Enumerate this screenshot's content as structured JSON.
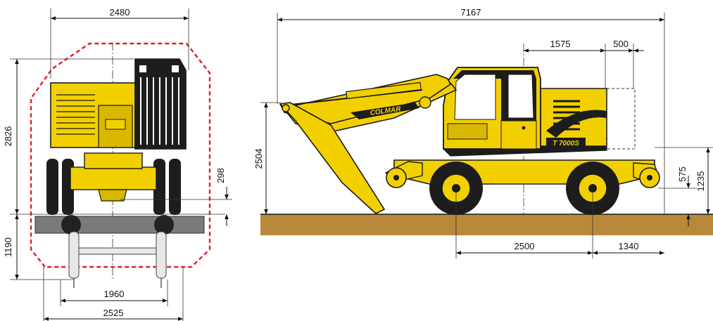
{
  "front_view": {
    "overall_width": "2480",
    "overall_height": "2826",
    "wheel_clearance": "298",
    "rail_height": "1190",
    "rail_gauge": "1960",
    "rail_track_width": "2525"
  },
  "side_view": {
    "overall_length": "7167",
    "cab_front_offset": "1575",
    "cab_rear_offset": "500",
    "boom_height": "2504",
    "rail_wheel_height": "575",
    "counterweight_height": "1235",
    "wheelbase": "2500",
    "rear_overhang": "1340",
    "brand": "COLMAR",
    "model": "T 7000S"
  },
  "colors": {
    "body": "#f2d000",
    "body_shade": "#d9b800",
    "dark": "#1d1d1d",
    "ground": "#b8893a",
    "gauge_outline": "#e0202a",
    "rail": "#7a7a7a"
  }
}
